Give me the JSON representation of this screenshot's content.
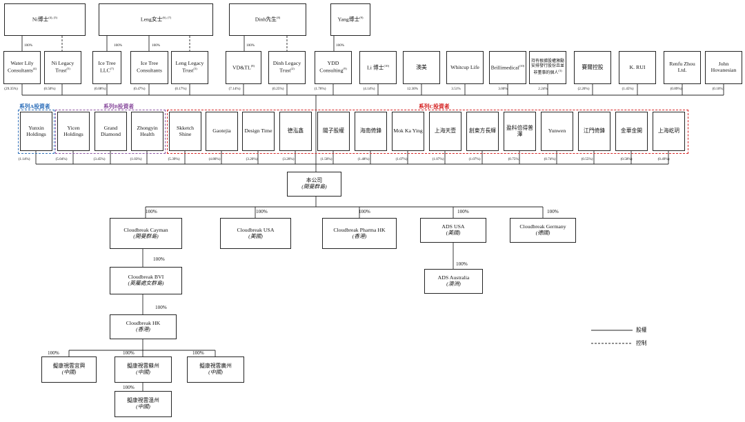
{
  "top_owners": {
    "ni": "Ni博士",
    "ni_note": "(4), (5)",
    "leng": "Leng女士",
    "leng_note": "(6), (7)",
    "dinh": "Dinh先生",
    "dinh_note": "(8)",
    "yang": "Yang博士",
    "yang_note": "(9)"
  },
  "owner_pcts": {
    "ni_water": "100%",
    "leng_icellc": "100%",
    "leng_icecons": "100%",
    "dinh_vdtl": "100%",
    "yang_ydd": "100%"
  },
  "shareholders": [
    {
      "name": "Water Lily Consultants",
      "note": "(4)",
      "pct": "(29.35%)"
    },
    {
      "name": "Ni Legacy Trust",
      "note": "(5)",
      "pct": "(0.50%)"
    },
    {
      "name": "Ice Tree LLC",
      "note": "(7)",
      "pct": "(0.08%)"
    },
    {
      "name": "Ice Tree Consultants",
      "note": "",
      "pct": "(0.47%)"
    },
    {
      "name": "Leng Legacy Trust",
      "note": "(3)",
      "pct": "(0.17%)"
    },
    {
      "name": "VD&TL",
      "note": "(8)",
      "pct": "(7.14%)"
    },
    {
      "name": "Dinh Legacy Trust",
      "note": "(2)",
      "pct": "(0.25%)"
    },
    {
      "name": "YDD Consulting",
      "note": "(9)",
      "pct": "(1.76%)"
    },
    {
      "name": "Li 博士",
      "note": "(10)",
      "pct": "(4.14%)"
    },
    {
      "name": "澳美",
      "note": "",
      "pct": "12.30%"
    },
    {
      "name": "Whitcup Life",
      "note": "",
      "pct": "3.51%"
    },
    {
      "name": "Brillimedical",
      "note": "(10)",
      "pct": "3.00%"
    },
    {
      "name": "持有根據股權激勵安排發行股份且並非董事的個人",
      "note": "(3)",
      "pct": "2.24%"
    },
    {
      "name": "賽爾控股",
      "note": "",
      "pct": "(2.20%)"
    },
    {
      "name": "K. RUI",
      "note": "",
      "pct": "(1.45%)"
    },
    {
      "name": "Renfu Zhou Ltd.",
      "note": "",
      "pct": "(0.89%)"
    },
    {
      "name": "John Hovanesian",
      "note": "",
      "pct": "(0.10%)"
    }
  ],
  "series_labels": {
    "a": "系列A投資者",
    "b": "系列B投資者",
    "c": "系列C投資者"
  },
  "investors": [
    {
      "name": "Yunxin Holdings",
      "pct": "(1.14%)"
    },
    {
      "name": "Yicen Holdings",
      "pct": "(5.04%)"
    },
    {
      "name": "Grand Diamond",
      "pct": "(3.45%)"
    },
    {
      "name": "Zhongyin Health",
      "pct": "(1.03%)"
    },
    {
      "name": "Skketch Shine",
      "pct": "(5.39%)"
    },
    {
      "name": "Gaotejia",
      "pct": "(4.80%)"
    },
    {
      "name": "Design Time",
      "pct": "(3.20%)"
    },
    {
      "name": "德泓鑫",
      "pct": "(3.20%)"
    },
    {
      "name": "關子股權",
      "pct": "(1.50%)"
    },
    {
      "name": "海南倚鋒",
      "pct": "(1.48%)"
    },
    {
      "name": "Mok Ka Ying",
      "pct": "(1.07%)"
    },
    {
      "name": "上海天壹",
      "pct": "(1.07%)"
    },
    {
      "name": "創東方長輝",
      "pct": "(1.07%)"
    },
    {
      "name": "盈科倍得普澤",
      "pct": "(0.75%)"
    },
    {
      "name": "Yunwen",
      "pct": "(0.74%)"
    },
    {
      "name": "江門倚鋒",
      "pct": "(0.55%)"
    },
    {
      "name": "金華金開",
      "pct": "(0.58%)"
    },
    {
      "name": "上海屹玥",
      "pct": "(0.49%)"
    }
  ],
  "company": {
    "name": "本公司",
    "place": "(開曼群島)"
  },
  "subsidiaries": {
    "cayman": {
      "name": "Cloudbreak Cayman",
      "place": "(開曼群島)",
      "pct": "100%"
    },
    "usa": {
      "name": "Cloudbreak USA",
      "place": "(美國)",
      "pct": "100%"
    },
    "pharma": {
      "name": "Cloudbreak Pharma HK",
      "place": "(香港)",
      "pct": "100%"
    },
    "ads_usa": {
      "name": "ADS USA",
      "place": "(美國)",
      "pct": "100%"
    },
    "germany": {
      "name": "Cloudbreak Germany",
      "place": "(德國)",
      "pct": "100%"
    },
    "ads_au": {
      "name": "ADS Australia",
      "place": "(澳洲)",
      "pct": "100%"
    },
    "bvi": {
      "name": "Cloudbreak BVI",
      "place": "(英屬處女群島)",
      "pct": "100%"
    },
    "hk": {
      "name": "Cloudbreak HK",
      "place": "(香港)",
      "pct": "100%"
    },
    "yiyu": {
      "name": "擬康視雲宜興",
      "place": "(中國)",
      "pct": "100%"
    },
    "suzhou": {
      "name": "擬康視雲蘇州",
      "place": "(中國)",
      "pct": "100%"
    },
    "guangzhou": {
      "name": "擬康視雲廣州",
      "place": "(中國)",
      "pct": "100%"
    },
    "wenzhou": {
      "name": "擬康視雲溫州",
      "place": "(中國)",
      "pct": "100%"
    }
  },
  "legend": {
    "equity": "股權",
    "control": "控制"
  },
  "colors": {
    "series_a": "#2e6fba",
    "series_b": "#8a4d9e",
    "series_c": "#d42020",
    "line": "#222222"
  }
}
